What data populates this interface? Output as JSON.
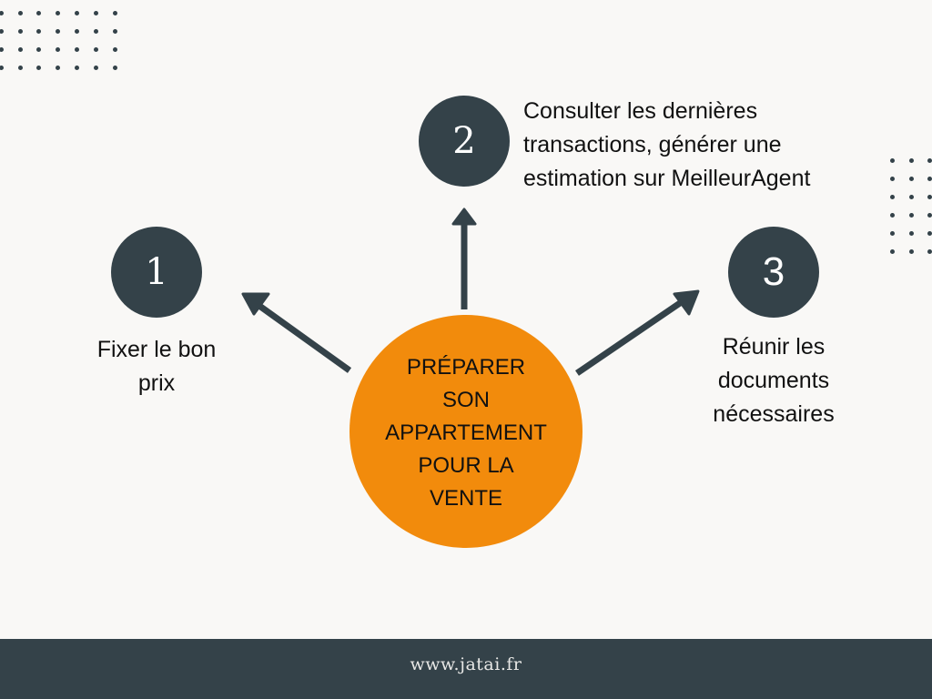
{
  "diagram": {
    "center": {
      "lines": [
        "PRÉPARER",
        "SON",
        "APPARTEMENT",
        "POUR LA",
        "VENTE"
      ],
      "color": "#f28b0c"
    },
    "steps": [
      {
        "number": "1",
        "label_lines": [
          "Fixer le bon",
          "prix"
        ]
      },
      {
        "number": "2",
        "label_lines": [
          "Consulter les dernières",
          "transactions, générer une",
          "estimation sur MeilleurAgent"
        ]
      },
      {
        "number": "3",
        "label_lines": [
          "Réunir les",
          "documents",
          "nécessaires"
        ]
      }
    ],
    "accent_dark": "#344249",
    "background": "#f9f8f6"
  },
  "footer": {
    "url": "www.jatai.fr"
  }
}
